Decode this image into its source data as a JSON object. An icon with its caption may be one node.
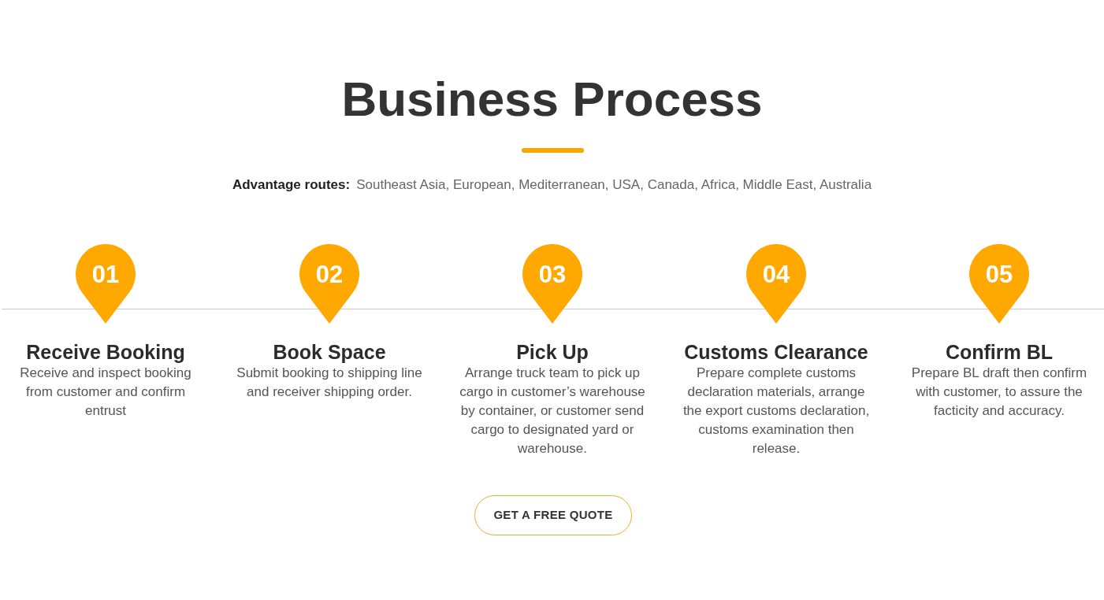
{
  "diagram": {
    "title": "Business Process",
    "nodes": [
      {
        "text": [
          "01"
        ],
        "beside": [
          "Receive Booking",
          "Receive and inspect booking from customer and confirm entrust"
        ]
      },
      {
        "text": [
          "02"
        ],
        "beside": [
          "Book Space",
          "Submit booking to shipping line and receiver shipping order."
        ]
      },
      {
        "text": [
          "03"
        ],
        "beside": [
          "Pick Up",
          "Arrange truck team to pick up cargo in customer’s warehouse by container, or customer send cargo to designated yard or warehouse."
        ]
      },
      {
        "text": [
          "04"
        ],
        "beside": [
          "Customs Clearance",
          "Prepare complete customs declaration materials, arrange the export customs declaration, customs examination then release."
        ]
      },
      {
        "text": [
          "05"
        ],
        "beside": [
          "Confirm BL",
          "Prepare BL draft then confirm with customer, to assure the facticity and accuracy."
        ]
      }
    ],
    "edges": [
      {
        "from": null,
        "to": 0,
        "arrow": "none"
      },
      {
        "from": 0,
        "to": 1,
        "arrow": "none"
      },
      {
        "from": 1,
        "to": 2,
        "arrow": "none"
      },
      {
        "from": 2,
        "to": 3,
        "arrow": "none"
      },
      {
        "from": 3,
        "to": 4,
        "arrow": "none"
      },
      {
        "from": 4,
        "to": null,
        "arrow": "none"
      }
    ],
    "labels": [
      "Advantage routes:",
      "Southeast Asia, European, Mediterranean, USA, Canada, Africa, Middle East, Australia",
      "GET A FREE QUOTE"
    ]
  }
}
